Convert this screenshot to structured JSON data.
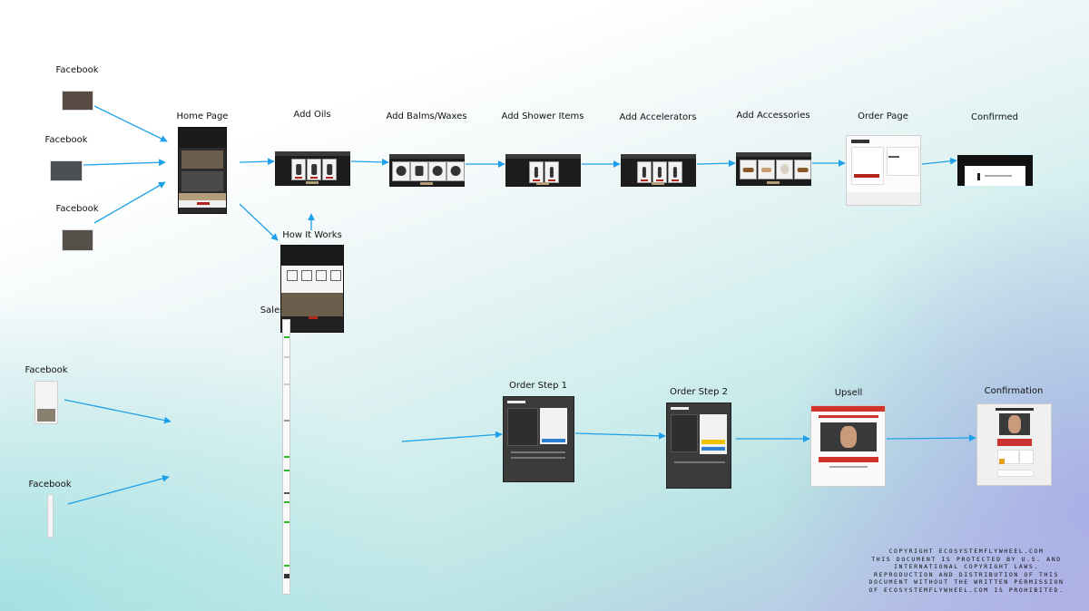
{
  "labels": {
    "fb1": "Facebook",
    "fb2": "Facebook",
    "fb3": "Facebook",
    "fb4": "Facebook",
    "fb5": "Facebook",
    "home": "Home Page",
    "oils": "Add Oils",
    "balms": "Add Balms/Waxes",
    "shower": "Add Shower Items",
    "accelerators": "Add Accelerators",
    "accessories": "Add Accessories",
    "order": "Order Page",
    "confirmed": "Confirmed",
    "how": "How It Works",
    "sales": "Sales",
    "step1": "Order Step 1",
    "step2": "Order Step 2",
    "upsell": "Upsell",
    "confirmation": "Confirmation"
  },
  "copyright": "COPYRIGHT ECOSYSTEMFLYWHEEL.COM\nTHIS DOCUMENT IS PROTECTED BY U.S. AND\nINTERNATIONAL COPYRIGHT LAWS.\nREPRODUCTION AND DISTRIBUTION OF THIS\nDOCUMENT WITHOUT THE WRITTEN PERMISSION\nOF ECOSYSTEMFLYWHEEL.COM IS PROHIBITED.",
  "colors": {
    "arrow": "#1ea0e8",
    "dark_page": "#2b2b2b",
    "accent_tan": "#b49f7a",
    "accent_red": "#b3261e",
    "accent_blue": "#2d7fd3",
    "accent_green": "#2eb82e"
  }
}
